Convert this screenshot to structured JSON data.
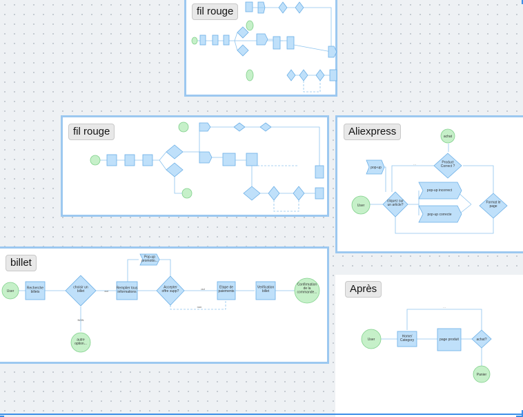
{
  "frames": {
    "fil_rouge_top": {
      "title": "fil rouge"
    },
    "fil_rouge_mid": {
      "title": "fil rouge"
    },
    "billet": {
      "title": "billet"
    },
    "aliexpress": {
      "title": "Aliexpress"
    },
    "apres": {
      "title": "Après"
    }
  },
  "billet": {
    "nodes": {
      "user": "User",
      "recherche": "Recherche\nbillets",
      "choisir": "choisir un\nbillet",
      "remplir": "Remplier tous\ninformations",
      "popup": "Pop-up\npromotio...",
      "accepter": "Accepter\noffre supp?",
      "paiement": "Etape de\npaiements",
      "verification": "Verification\nbillet",
      "confirmation": "Confirmation\nde la\ncommande...",
      "autre": "autre\noption..."
    },
    "edges": {
      "oui": "oui",
      "non": "NON",
      "oui2": "oui",
      "non2": "non"
    }
  },
  "aliexpress": {
    "nodes": {
      "achat": "achat",
      "popup": "pop-up",
      "user": "User",
      "cliquez": "cliquez sur\nun article?",
      "product": "Product\nCorrect ?",
      "popup_incorrect": "pop-up incorrect",
      "popup_correcte": "pop-up correcte",
      "format": "Format le\npage"
    }
  },
  "apres": {
    "nodes": {
      "user": "User",
      "home": "Home/\nCategory",
      "page": "page produit",
      "achat": "achat?",
      "panier": "Panier"
    }
  }
}
